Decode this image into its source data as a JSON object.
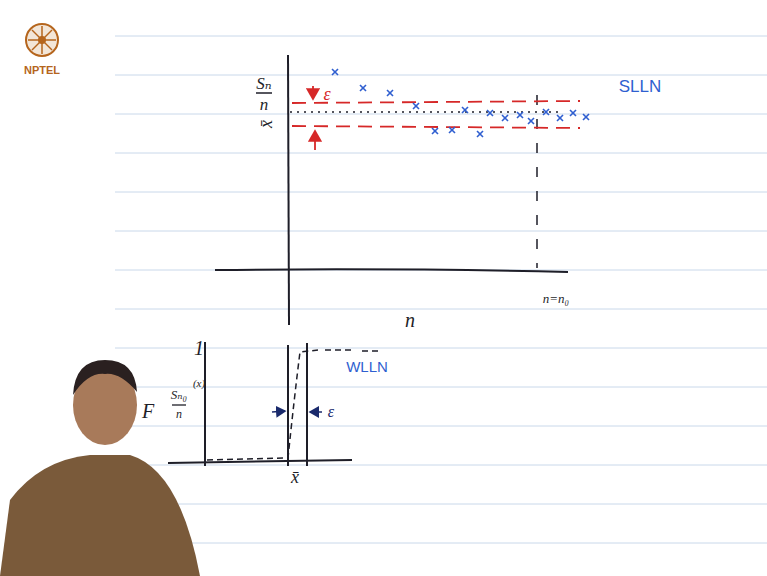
{
  "diagram": {
    "labels": [
      "NPTEL",
      "Sₙ",
      "n",
      "x̄",
      "ε",
      "SLLN",
      "n=n₀",
      "n",
      "1",
      "F",
      "Sₙ₀",
      "n",
      "(x)",
      "WLLN",
      "ε",
      "x̄"
    ]
  }
}
